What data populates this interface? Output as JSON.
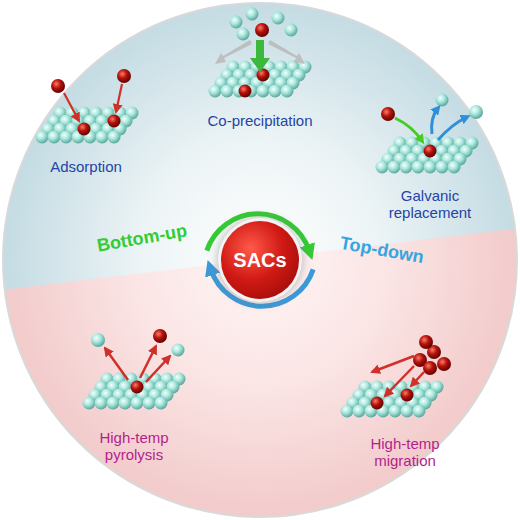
{
  "diagram": {
    "nodes": [
      {
        "text": [
          "SACs"
        ]
      }
    ],
    "labels": [
      "Co-precipitation",
      "Adsorption",
      "Galvanic replacement",
      "Bottom-up",
      "Top-down",
      "High-temp pyrolysis",
      "High-temp migration"
    ]
  }
}
